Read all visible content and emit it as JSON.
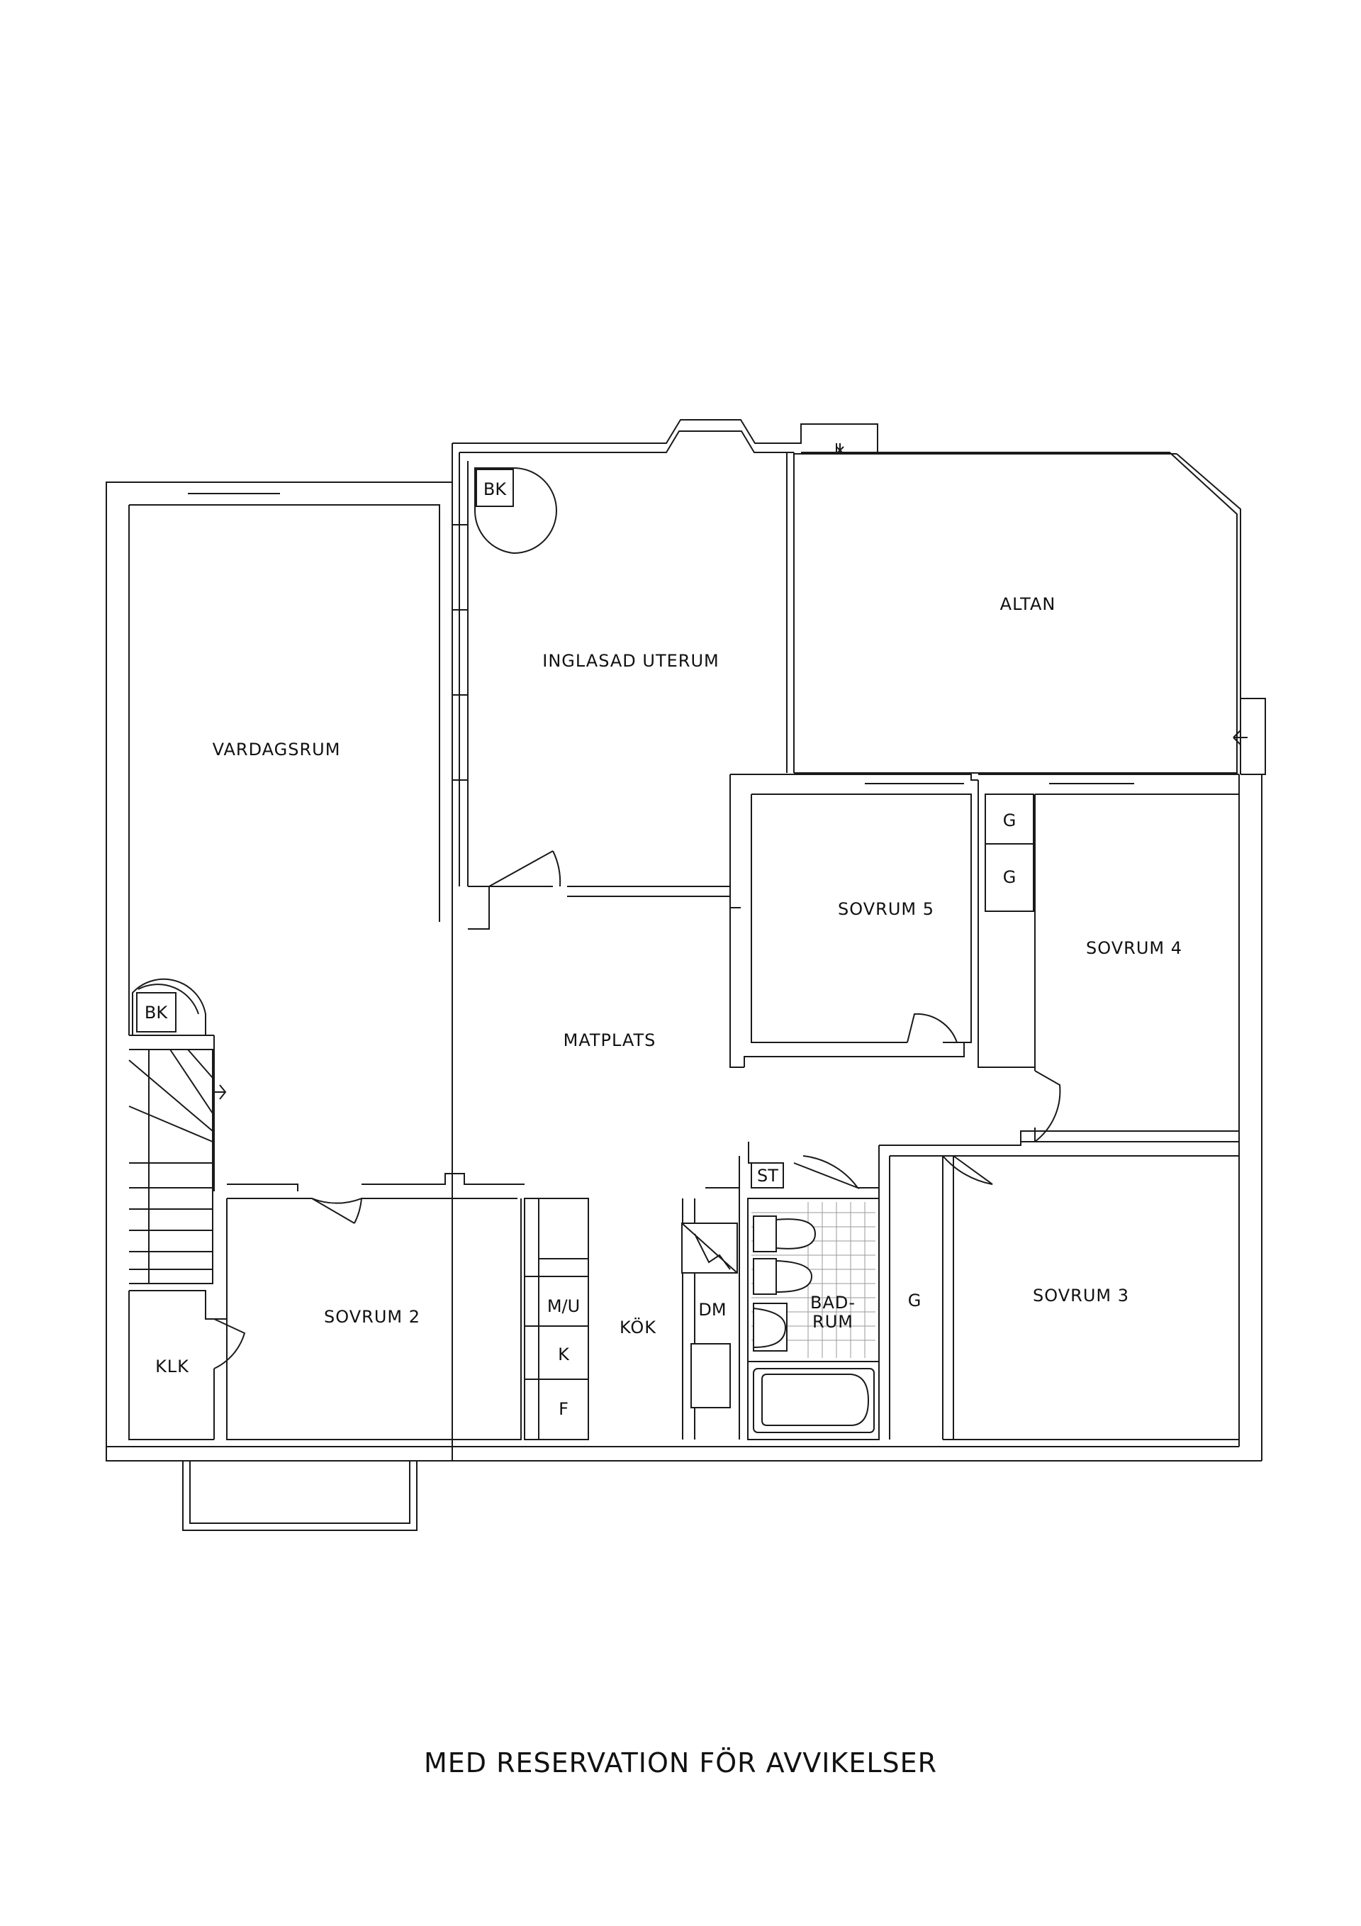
{
  "rooms": {
    "vardagsrum": "VARDAGSRUM",
    "inglasad_uterum": "INGLASAD UTERUM",
    "altan": "ALTAN",
    "matplats": "MATPLATS",
    "sovrum_5": "SOVRUM 5",
    "sovrum_4": "SOVRUM 4",
    "sovrum_3": "SOVRUM 3",
    "sovrum_2": "SOVRUM 2",
    "kok": "KÖK",
    "klk": "KLK",
    "badrum_line1": "BAD-",
    "badrum_line2": "RUM"
  },
  "fixtures": {
    "bk_top": "BK",
    "bk_left": "BK",
    "g_1": "G",
    "g_2": "G",
    "g_3": "G",
    "st": "ST",
    "mu": "M/U",
    "k": "K",
    "f": "F",
    "dm": "DM"
  },
  "footer": {
    "disclaimer": "MED RESERVATION FÖR AVVIKELSER"
  }
}
